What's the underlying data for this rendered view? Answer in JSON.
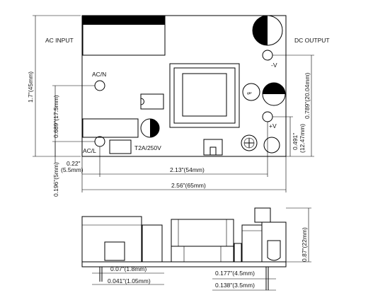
{
  "labels": {
    "ac_input": "AC INPUT",
    "dc_output": "DC OUTPUT",
    "ac_n": "AC/N",
    "ac_l": "AC/L",
    "fuse": "T2A/250V",
    "minus_v": "-V",
    "plus_v": "+V"
  },
  "dimensions": {
    "height_total": "1.7\"(45mm)",
    "ac_n_height": "0.689\"(17.5mm)",
    "ac_l_offset": "0.196\"(5mm)",
    "ac_l_x": "0.22\"",
    "ac_l_x_mm": "(5.5mm)",
    "pin_span": "2.13\"(54mm)",
    "width_total": "2.56\"(65mm)",
    "out_minus_height": "0.789\"(20.04mm)",
    "out_plus_height_in": "0.491\"",
    "out_plus_height_mm": "(12.47mm)",
    "side_height": "0.87\"(22mm)",
    "pin_len_left": "0.07\"(1.8mm)",
    "pin_dia_left": "0.041\"(1.05mm)",
    "pin_len_right": "0.177\"(4.5mm)",
    "pin_dia_right": "0.138\"(3.5mm)"
  }
}
